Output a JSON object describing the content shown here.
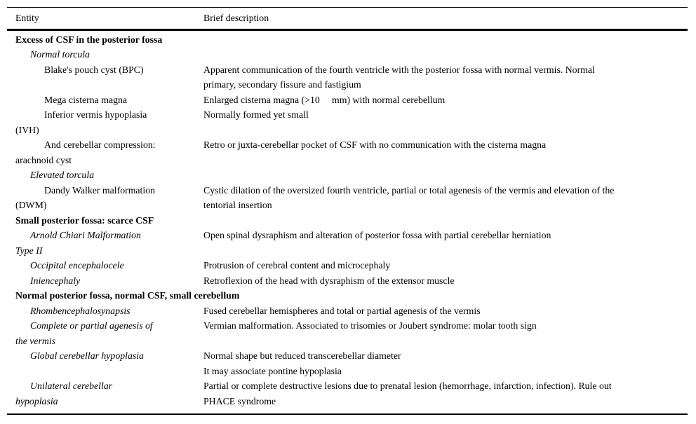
{
  "page": {
    "background_color": "#ffffff",
    "text_color": "#000000",
    "rule_color": "#000000"
  },
  "table": {
    "header": {
      "entity": "Entity",
      "description": "Brief description"
    },
    "rows": [
      {
        "type": "section",
        "entity": "Excess of CSF in the posterior fossa",
        "description": ""
      },
      {
        "type": "subsection",
        "entity": "Normal torcula",
        "description": ""
      },
      {
        "type": "item",
        "italic": false,
        "entity": "Blake's pouch cyst (BPC)",
        "description": "Apparent communication of the fourth ventricle with the posterior fossa with normal vermis. Normal\nprimary, secondary fissure and fastigium"
      },
      {
        "type": "item",
        "italic": false,
        "entity": "Mega cisterna magna",
        "description": "Enlarged cisterna magna (>10     mm) with normal cerebellum"
      },
      {
        "type": "item",
        "italic": false,
        "entity": "Inferior vermis hypoplasia\n(IVH)",
        "description": "Normally formed yet small"
      },
      {
        "type": "item",
        "italic": false,
        "entity": "And cerebellar compression:\narachnoid cyst",
        "description": "Retro or juxta-cerebellar pocket of CSF with no communication with the cisterna magna"
      },
      {
        "type": "subsection",
        "entity": "Elevated torcula",
        "description": ""
      },
      {
        "type": "item",
        "italic": false,
        "entity": "Dandy Walker malformation\n(DWM)",
        "description": "Cystic dilation of the oversized fourth ventricle, partial or total agenesis of the vermis and elevation of the\ntentorial insertion"
      },
      {
        "type": "section",
        "entity": "Small posterior fossa: scarce CSF",
        "description": ""
      },
      {
        "type": "item",
        "italic": true,
        "entity": "Arnold Chiari Malformation\nType II",
        "description": "Open spinal dysraphism and alteration of posterior fossa with partial cerebellar herniation"
      },
      {
        "type": "item",
        "italic": true,
        "entity": "Occipital encephalocele",
        "description": "Protrusion of cerebral content and microcephaly"
      },
      {
        "type": "item",
        "italic": true,
        "entity": "Iniencephaly",
        "description": "Retroflexion of the head with dysraphism of the extensor muscle"
      },
      {
        "type": "section",
        "entity": "Normal posterior fossa, normal CSF, small cerebellum",
        "description": ""
      },
      {
        "type": "item",
        "italic": true,
        "entity": "Rhombencephalosynapsis",
        "description": "Fused cerebellar hemispheres and total or partial agenesis of the vermis"
      },
      {
        "type": "item",
        "italic": true,
        "entity": "Complete or partial agenesis of\nthe vermis",
        "description": "Vermian malformation. Associated to trisomies or Joubert syndrome: molar tooth sign"
      },
      {
        "type": "item",
        "italic": true,
        "entity": "Global cerebellar hypoplasia",
        "description": "Normal shape but reduced transcerebellar diameter\nIt may associate pontine hypoplasia"
      },
      {
        "type": "item",
        "italic": true,
        "entity": "Unilateral cerebellar\nhypoplasia",
        "description": "Partial or complete destructive lesions due to prenatal lesion (hemorrhage, infarction, infection). Rule out\nPHACE syndrome"
      }
    ]
  }
}
